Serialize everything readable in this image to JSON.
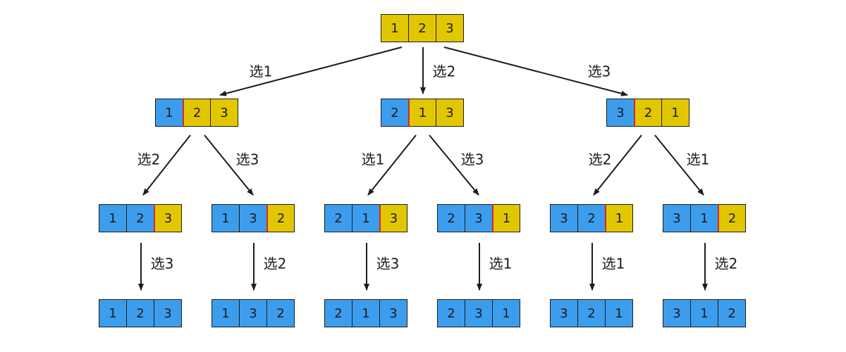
{
  "colors": {
    "chosen": "#3d9ded",
    "remaining": "#e2c700",
    "divider": "#d8262a",
    "stroke": "#1c1c1c"
  },
  "nodes": {
    "root": {
      "cells": [
        "1",
        "2",
        "3"
      ],
      "chosen": 0
    },
    "l1_a": {
      "cells": [
        "1",
        "2",
        "3"
      ],
      "chosen": 1
    },
    "l1_b": {
      "cells": [
        "2",
        "1",
        "3"
      ],
      "chosen": 1
    },
    "l1_c": {
      "cells": [
        "3",
        "2",
        "1"
      ],
      "chosen": 1
    },
    "l2_a": {
      "cells": [
        "1",
        "2",
        "3"
      ],
      "chosen": 2
    },
    "l2_b": {
      "cells": [
        "1",
        "3",
        "2"
      ],
      "chosen": 2
    },
    "l2_c": {
      "cells": [
        "2",
        "1",
        "3"
      ],
      "chosen": 2
    },
    "l2_d": {
      "cells": [
        "2",
        "3",
        "1"
      ],
      "chosen": 2
    },
    "l2_e": {
      "cells": [
        "3",
        "2",
        "1"
      ],
      "chosen": 2
    },
    "l2_f": {
      "cells": [
        "3",
        "1",
        "2"
      ],
      "chosen": 2
    },
    "l3_a": {
      "cells": [
        "1",
        "2",
        "3"
      ],
      "chosen": 3
    },
    "l3_b": {
      "cells": [
        "1",
        "3",
        "2"
      ],
      "chosen": 3
    },
    "l3_c": {
      "cells": [
        "2",
        "1",
        "3"
      ],
      "chosen": 3
    },
    "l3_d": {
      "cells": [
        "2",
        "3",
        "1"
      ],
      "chosen": 3
    },
    "l3_e": {
      "cells": [
        "3",
        "2",
        "1"
      ],
      "chosen": 3
    },
    "l3_f": {
      "cells": [
        "3",
        "1",
        "2"
      ],
      "chosen": 3
    }
  },
  "edges": {
    "root_l1a": "选1",
    "root_l1b": "选2",
    "root_l1c": "选3",
    "l1a_l2a": "选2",
    "l1a_l2b": "选3",
    "l1b_l2c": "选1",
    "l1b_l2d": "选3",
    "l1c_l2e": "选2",
    "l1c_l2f": "选1",
    "l2a_l3a": "选3",
    "l2b_l3b": "选2",
    "l2c_l3c": "选3",
    "l2d_l3d": "选1",
    "l2e_l3e": "选1",
    "l2f_l3f": "选2"
  }
}
